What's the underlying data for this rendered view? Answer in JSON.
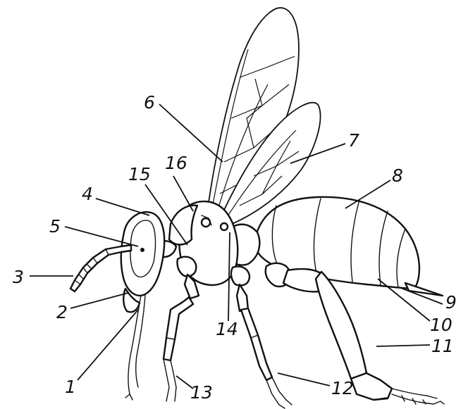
{
  "diagram": {
    "subject": "wasp",
    "labels": [
      {
        "id": "1",
        "text": "1"
      },
      {
        "id": "2",
        "text": "2"
      },
      {
        "id": "3",
        "text": "3"
      },
      {
        "id": "4",
        "text": "4"
      },
      {
        "id": "5",
        "text": "5"
      },
      {
        "id": "6",
        "text": "6"
      },
      {
        "id": "7",
        "text": "7"
      },
      {
        "id": "8",
        "text": "8"
      },
      {
        "id": "9",
        "text": "9"
      },
      {
        "id": "10",
        "text": "10"
      },
      {
        "id": "11",
        "text": "11"
      },
      {
        "id": "12",
        "text": "12"
      },
      {
        "id": "13",
        "text": "13"
      },
      {
        "id": "14",
        "text": "14"
      },
      {
        "id": "15",
        "text": "15"
      },
      {
        "id": "16",
        "text": "16"
      }
    ]
  }
}
